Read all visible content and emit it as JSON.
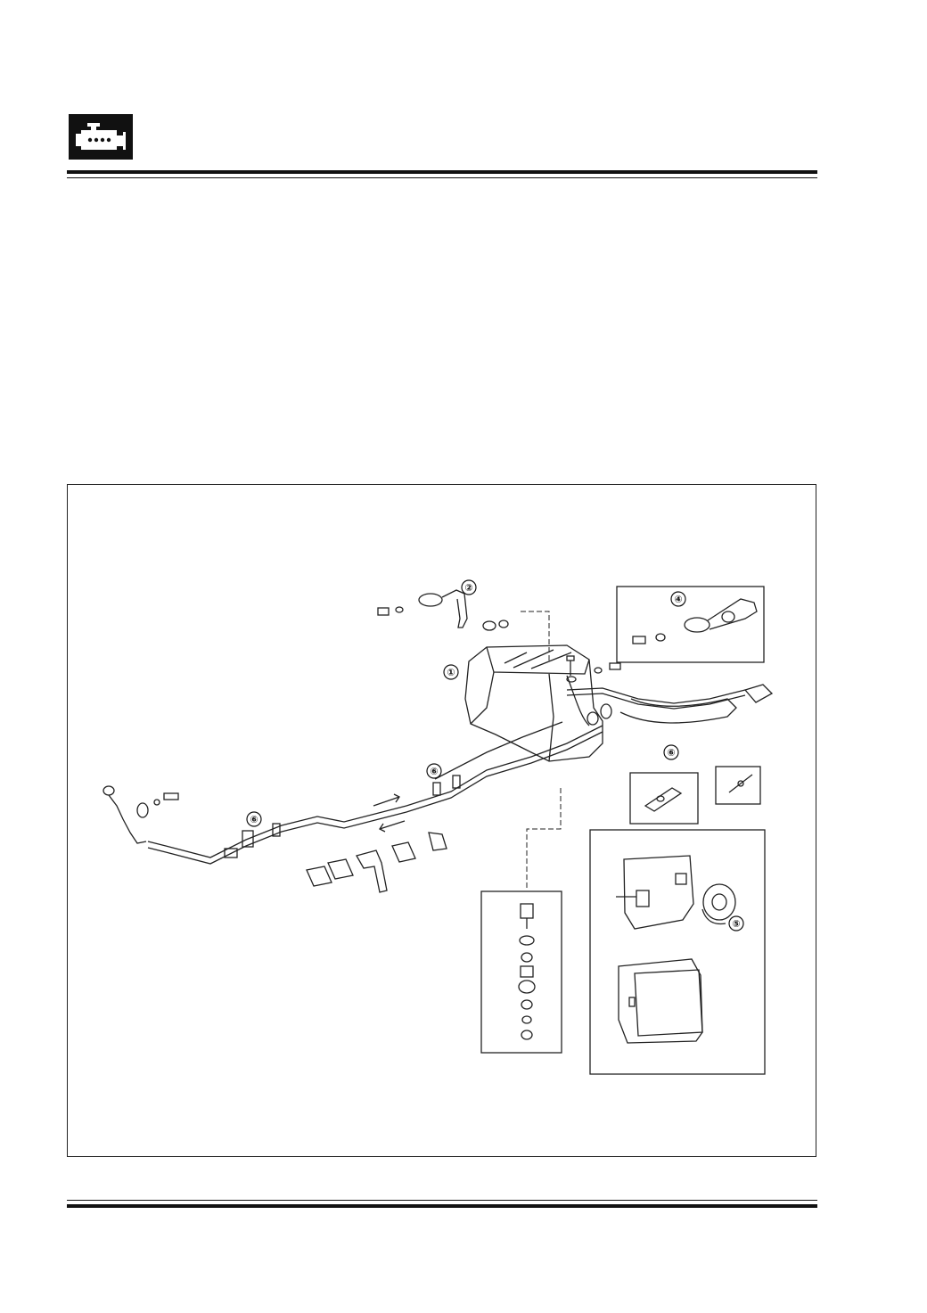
{
  "header": {
    "logo_icon": "engine-icon"
  },
  "figure": {
    "callouts": [
      {
        "label": "①",
        "part": "fuel-tank"
      },
      {
        "label": "②",
        "part": "sender-unit"
      },
      {
        "label": "④",
        "part": "pump-assembly"
      },
      {
        "label": "⑤",
        "part": "filler-cap"
      },
      {
        "label": "⑥",
        "part": "fuel-line"
      },
      {
        "label": "⑥",
        "part": "fuel-line-mid"
      },
      {
        "label": "⑥",
        "part": "fuel-line-left"
      }
    ]
  }
}
